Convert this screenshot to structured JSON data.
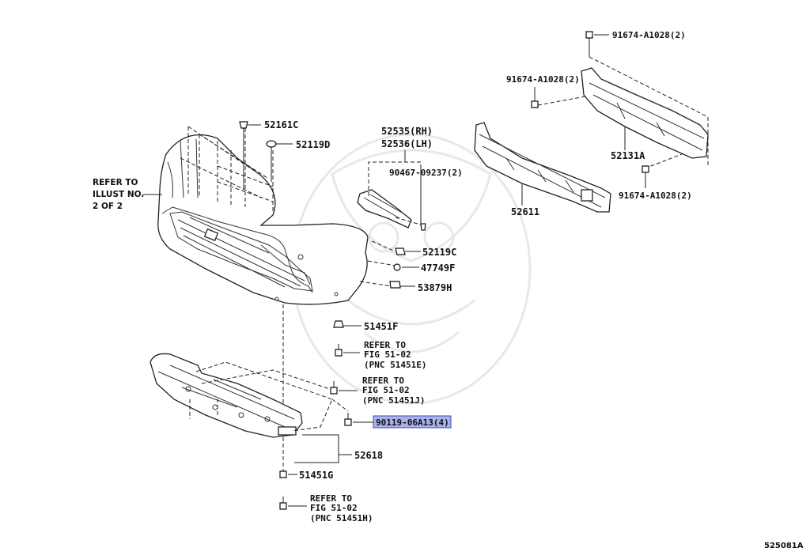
{
  "diagram_code": "525081A",
  "labels": {
    "p52161c": "52161C",
    "p52119d": "52119D",
    "p52535": "52535(RH)",
    "p52536": "52536(LH)",
    "p90467": "90467-09237(2)",
    "p52119c": "52119C",
    "p47749f": "47749F",
    "p53879h": "53879H",
    "p51451f": "51451F",
    "p90119": "90119-06A13(4)",
    "p52618": "52618",
    "p51451g": "51451G",
    "p52611": "52611",
    "p52131a": "52131A",
    "p91674_top": "91674-A1028(2)",
    "p91674_left": "91674-A1028(2)",
    "p91674_bottom": "91674-A1028(2)"
  },
  "refer_illust": [
    "REFER TO",
    "ILLUST NO.",
    "2 OF 2"
  ],
  "refer_e": [
    "REFER TO",
    "FIG 51-02",
    "(PNC 51451E)"
  ],
  "refer_j": [
    "REFER TO",
    "FIG 51-02",
    "(PNC 51451J)"
  ],
  "refer_h": [
    "REFER TO",
    "FIG 51-02",
    "(PNC 51451H)"
  ],
  "highlight_color": "#aab0ea"
}
